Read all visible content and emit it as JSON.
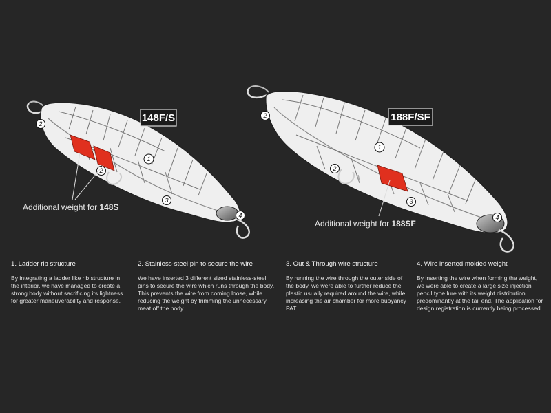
{
  "lures": [
    {
      "model": "148F/S",
      "weight_caption_prefix": "Additional weight for ",
      "weight_caption_model": "148S",
      "callouts": [
        "1",
        "2",
        "2",
        "3",
        "4"
      ]
    },
    {
      "model": "188F/SF",
      "weight_caption_prefix": "Additional weight for ",
      "weight_caption_model": "188SF",
      "callouts": [
        "1",
        "2",
        "2",
        "3",
        "4"
      ]
    }
  ],
  "features": [
    {
      "title": "1. Ladder rib structure",
      "body": "By integrating a ladder like rib structure in the interior, we have managed to create a strong body without sacrificing its lightness for greater maneuverability and response."
    },
    {
      "title": "2. Stainless-steel pin to secure the wire",
      "body": "We have inserted 3 different sized stainless-steel pins to secure the wire which runs through the body. This prevents the wire from coming loose, while reducing the weight by trimming the unnecessary meat off the body."
    },
    {
      "title": "3. Out & Through wire structure",
      "body": "By running the wire through the outer side of the body, we were able to further reduce the plastic usually required around the wire, while increasing the air chamber for more buoyancy PAT."
    },
    {
      "title": "4. Wire inserted molded weight",
      "body": "By inserting the wire when forming the weight, we were able to create a large size injection pencil type lure with its weight distribution predominantly at the tail end. The application for design registration is currently being processed."
    }
  ],
  "colors": {
    "background": "#262626",
    "weight_red": "#e0301e",
    "body_fill": "#f2f2f2",
    "outline": "#222222"
  }
}
